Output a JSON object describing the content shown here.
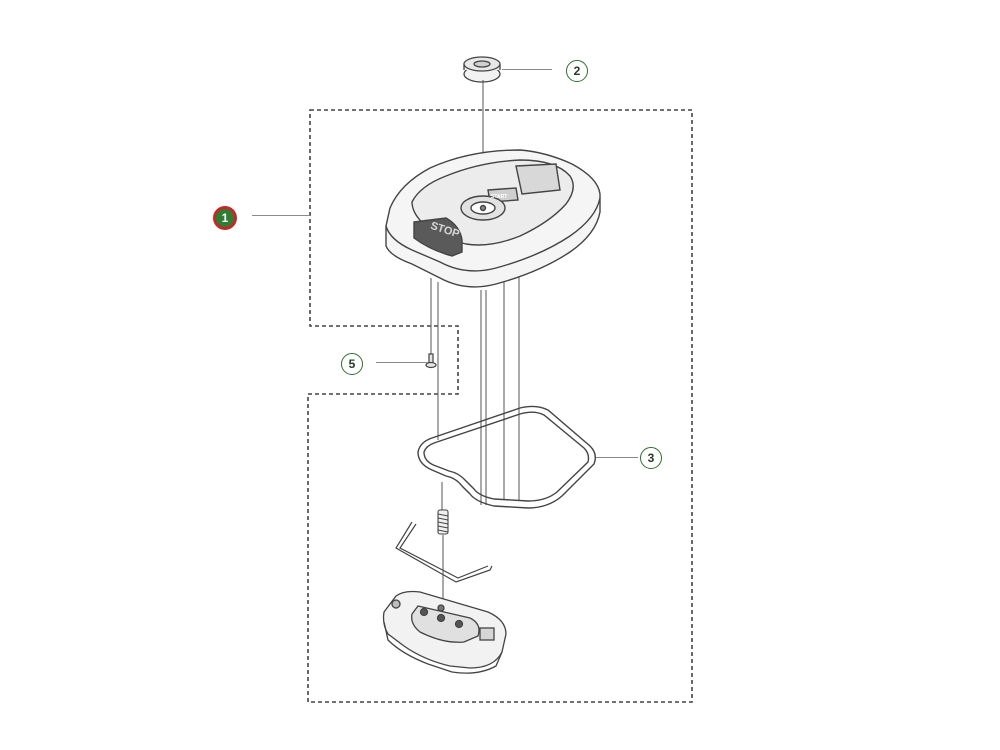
{
  "callouts": [
    {
      "id": "1",
      "label": "1",
      "active": true
    },
    {
      "id": "2",
      "label": "2",
      "active": false
    },
    {
      "id": "3",
      "label": "3",
      "active": false
    },
    {
      "id": "5",
      "label": "5",
      "active": false
    }
  ],
  "parts": {
    "button_label": "STOP",
    "start_label": "START"
  },
  "colors": {
    "accent": "#2e7d32",
    "active_ring": "#c62828",
    "line": "#555555",
    "leader": "#8a8a8a"
  }
}
